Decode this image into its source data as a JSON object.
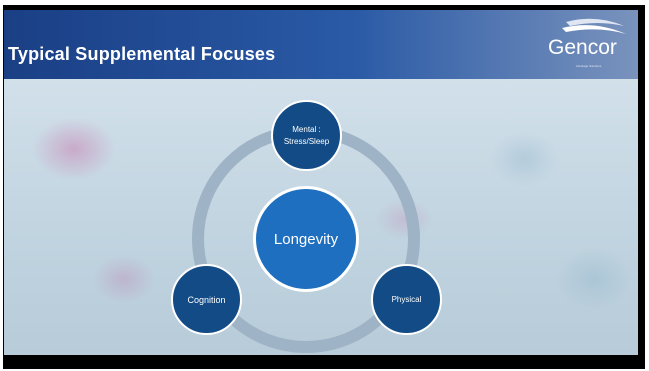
{
  "header": {
    "title": "Typical Supplemental Focuses",
    "logo_text": "Gencor",
    "logo_subtext": "Lifestage Solutions"
  },
  "diagram": {
    "center": "Longevity",
    "top": {
      "line1": "Mental :",
      "line2": "Stress/Sleep"
    },
    "left": "Cognition",
    "right": "Physical"
  },
  "colors": {
    "header_start": "#1a3f85",
    "node_fill": "#124b85",
    "center_fill": "#1e6fbf",
    "ring": "#9fb3c6"
  }
}
